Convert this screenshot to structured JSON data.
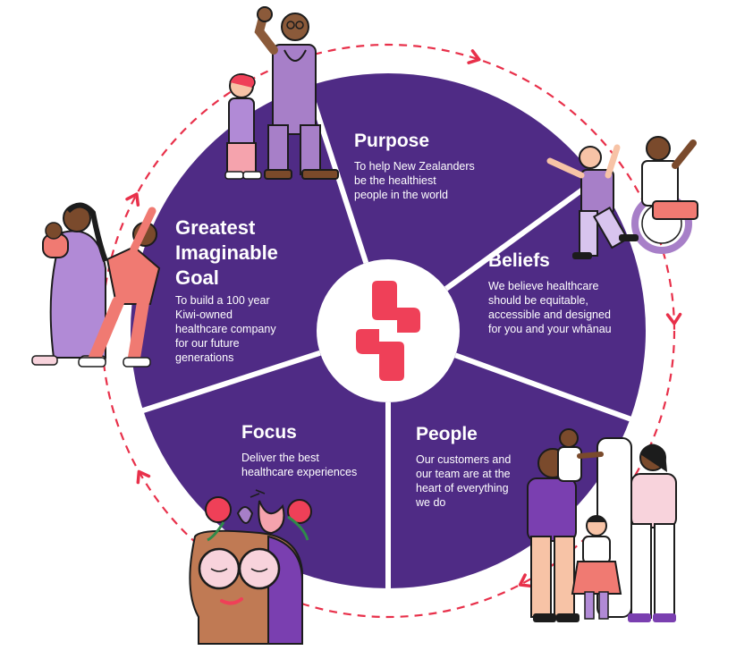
{
  "colors": {
    "wheel": "#4f2b85",
    "divider": "#ffffff",
    "center": "#ffffff",
    "logo": "#ef4058",
    "arrow": "#e8304a",
    "skin_light": "#f7c3a6",
    "skin_dark": "#7a4a2c",
    "lavender": "#b18ad6",
    "pink": "#f5a3ad",
    "coral": "#f07a72"
  },
  "center": {
    "icon": "plus-cross-logo-icon"
  },
  "segments": [
    {
      "key": "purpose",
      "title": "Purpose",
      "body": [
        "To help New Zealanders",
        "be the healthiest",
        "people in the world"
      ]
    },
    {
      "key": "beliefs",
      "title": "Beliefs",
      "body": [
        "We believe healthcare",
        "should be equitable,",
        "accessible and designed",
        "for you and your whānau"
      ]
    },
    {
      "key": "people",
      "title": "People",
      "body": [
        "Our customers and",
        "our team are at the",
        "heart of everything",
        "we do"
      ]
    },
    {
      "key": "focus",
      "title": "Focus",
      "body": [
        "Deliver the best",
        "healthcare experiences"
      ]
    },
    {
      "key": "goal",
      "title_lines": [
        "Greatest",
        "Imaginable",
        "Goal"
      ],
      "body": [
        "To build a 100 year",
        "Kiwi-owned",
        "healthcare company",
        "for our future",
        "generations"
      ]
    }
  ],
  "illustrations": [
    {
      "name": "doctor-and-child-illustration"
    },
    {
      "name": "wheelchair-friends-illustration"
    },
    {
      "name": "family-illustration"
    },
    {
      "name": "flower-head-illustration"
    },
    {
      "name": "mother-and-baby-illustration"
    }
  ],
  "cycle": {
    "arrow_icon": "chevron-arrow-icon"
  }
}
